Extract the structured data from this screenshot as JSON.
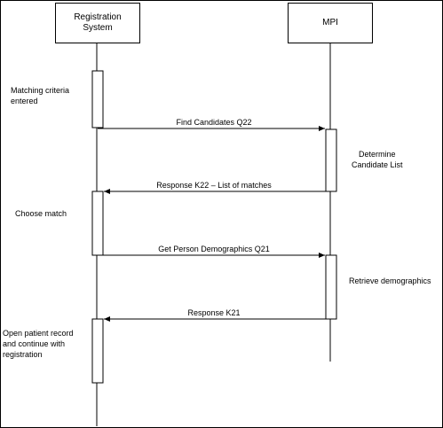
{
  "actors": {
    "registration": "Registration\nSystem",
    "mpi": "MPI"
  },
  "messages": [
    {
      "label": "Find Candidates Q22",
      "from": "registration",
      "to": "mpi"
    },
    {
      "label": "Response K22 – List of matches",
      "from": "mpi",
      "to": "registration"
    },
    {
      "label": "Get Person Demographics Q21",
      "from": "registration",
      "to": "mpi"
    },
    {
      "label": "Response K21",
      "from": "mpi",
      "to": "registration"
    }
  ],
  "notes": {
    "matching": "Matching criteria\nentered",
    "determine": "Determine\nCandidate List",
    "choose": "Choose match",
    "retrieve": "Retrieve demographics",
    "open": "Open patient record\nand continue with\nregistration"
  }
}
